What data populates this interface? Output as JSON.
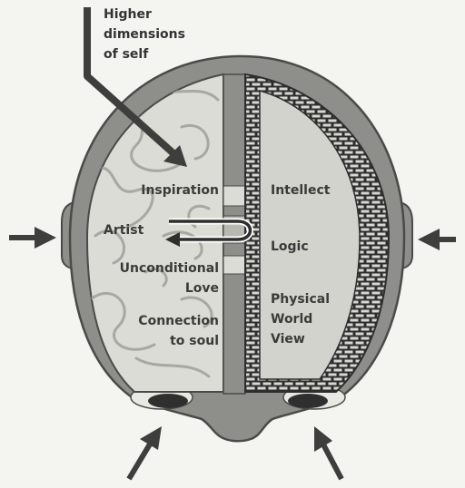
{
  "title": {
    "lines": [
      "Higher",
      "dimensions",
      "of self"
    ]
  },
  "left_hemisphere": {
    "labels": [
      "Inspiration",
      "Artist",
      "Unconditional",
      "Love",
      "Connection",
      "to soul"
    ]
  },
  "right_hemisphere": {
    "labels": [
      "Intellect",
      "Logic",
      "Physical",
      "World",
      "View"
    ]
  },
  "colors": {
    "head": "#8e8e8a",
    "outline": "#4a4a48",
    "left_brain": "#dcdcd6",
    "brick": "#2e2e2e",
    "arrow": "#3e3e3c",
    "text": "#3a3a3a"
  }
}
